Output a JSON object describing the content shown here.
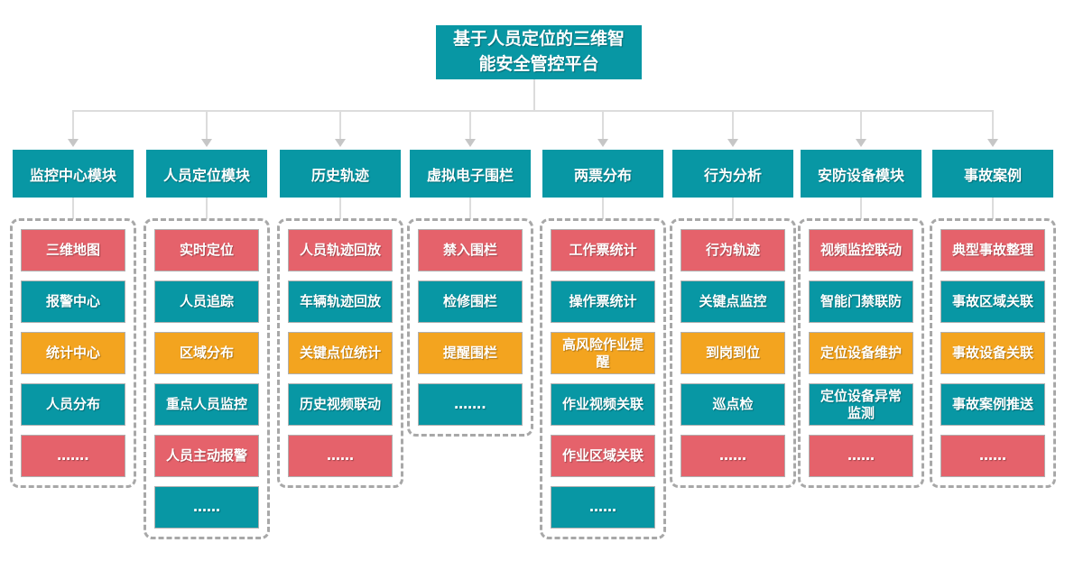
{
  "title_lines": [
    "基于人员定位的三维智",
    "能安全管控平台"
  ],
  "palette": {
    "teal": "#0897A4",
    "red": "#E5626B",
    "orange": "#F3A41F",
    "connector_line": "#DCDCDC",
    "arrow": "#C6C6C6",
    "dashed_border": "#A8A8A8",
    "item_border": "#B0B0B0",
    "text": "#FFFFFF"
  },
  "columns": [
    {
      "header": "监控中心模块",
      "items": [
        {
          "label": "三维地图",
          "color": "red"
        },
        {
          "label": "报警中心",
          "color": "teal"
        },
        {
          "label": "统计中心",
          "color": "orange"
        },
        {
          "label": "人员分布",
          "color": "teal"
        },
        {
          "label": "…….",
          "color": "red"
        }
      ]
    },
    {
      "header": "人员定位模块",
      "items": [
        {
          "label": "实时定位",
          "color": "red"
        },
        {
          "label": "人员追踪",
          "color": "teal"
        },
        {
          "label": "区域分布",
          "color": "orange"
        },
        {
          "label": "重点人员监控",
          "color": "teal"
        },
        {
          "label": "人员主动报警",
          "color": "red"
        },
        {
          "label": "……",
          "color": "teal"
        }
      ]
    },
    {
      "header": "历史轨迹",
      "items": [
        {
          "label": "人员轨迹回放",
          "color": "red"
        },
        {
          "label": "车辆轨迹回放",
          "color": "teal"
        },
        {
          "label": "关键点位统计",
          "color": "orange"
        },
        {
          "label": "历史视频联动",
          "color": "teal"
        },
        {
          "label": "……",
          "color": "red"
        }
      ]
    },
    {
      "header": "虚拟电子围栏",
      "items": [
        {
          "label": "禁入围栏",
          "color": "red"
        },
        {
          "label": "检修围栏",
          "color": "teal"
        },
        {
          "label": "提醒围栏",
          "color": "orange"
        },
        {
          "label": "…….",
          "color": "teal"
        }
      ]
    },
    {
      "header": "两票分布",
      "items": [
        {
          "label": "工作票统计",
          "color": "red"
        },
        {
          "label": "操作票统计",
          "color": "teal"
        },
        {
          "label": "高风险作业提醒",
          "color": "orange"
        },
        {
          "label": "作业视频关联",
          "color": "teal"
        },
        {
          "label": "作业区域关联",
          "color": "red"
        },
        {
          "label": "……",
          "color": "teal"
        }
      ]
    },
    {
      "header": "行为分析",
      "items": [
        {
          "label": "行为轨迹",
          "color": "red"
        },
        {
          "label": "关键点监控",
          "color": "teal"
        },
        {
          "label": "到岗到位",
          "color": "orange"
        },
        {
          "label": "巡点检",
          "color": "teal"
        },
        {
          "label": "……",
          "color": "red"
        }
      ]
    },
    {
      "header": "安防设备模块",
      "items": [
        {
          "label": "视频监控联动",
          "color": "red"
        },
        {
          "label": "智能门禁联防",
          "color": "teal"
        },
        {
          "label": "定位设备维护",
          "color": "orange"
        },
        {
          "label": "定位设备异常监测",
          "color": "teal"
        },
        {
          "label": "……",
          "color": "red"
        }
      ]
    },
    {
      "header": "事故案例",
      "items": [
        {
          "label": "典型事故整理",
          "color": "red"
        },
        {
          "label": "事故区域关联",
          "color": "teal"
        },
        {
          "label": "事故设备关联",
          "color": "orange"
        },
        {
          "label": "事故案例推送",
          "color": "teal"
        },
        {
          "label": "……",
          "color": "red"
        }
      ]
    }
  ]
}
